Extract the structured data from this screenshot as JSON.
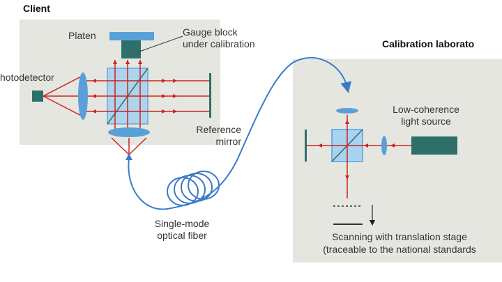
{
  "client": {
    "heading": "Client",
    "labels": {
      "platen": "Platen",
      "gauge_block": "Gauge block\nunder calibration",
      "photodetector": "hotodetector",
      "reference_mirror": "Reference\nmirror"
    }
  },
  "fiber": {
    "label": "Single-mode\noptical fiber"
  },
  "lab": {
    "heading": "Calibration laborato",
    "labels": {
      "light_source": "Low-coherence\nlight source",
      "scanning": "Scanning with translation stage\n(traceable to the national standards"
    }
  },
  "colors": {
    "panel": "#e6e6e0",
    "component": "#2f6f6a",
    "optics": "#5aa0d8",
    "beam": "#cc2222",
    "fiber": "#3a7acb"
  }
}
